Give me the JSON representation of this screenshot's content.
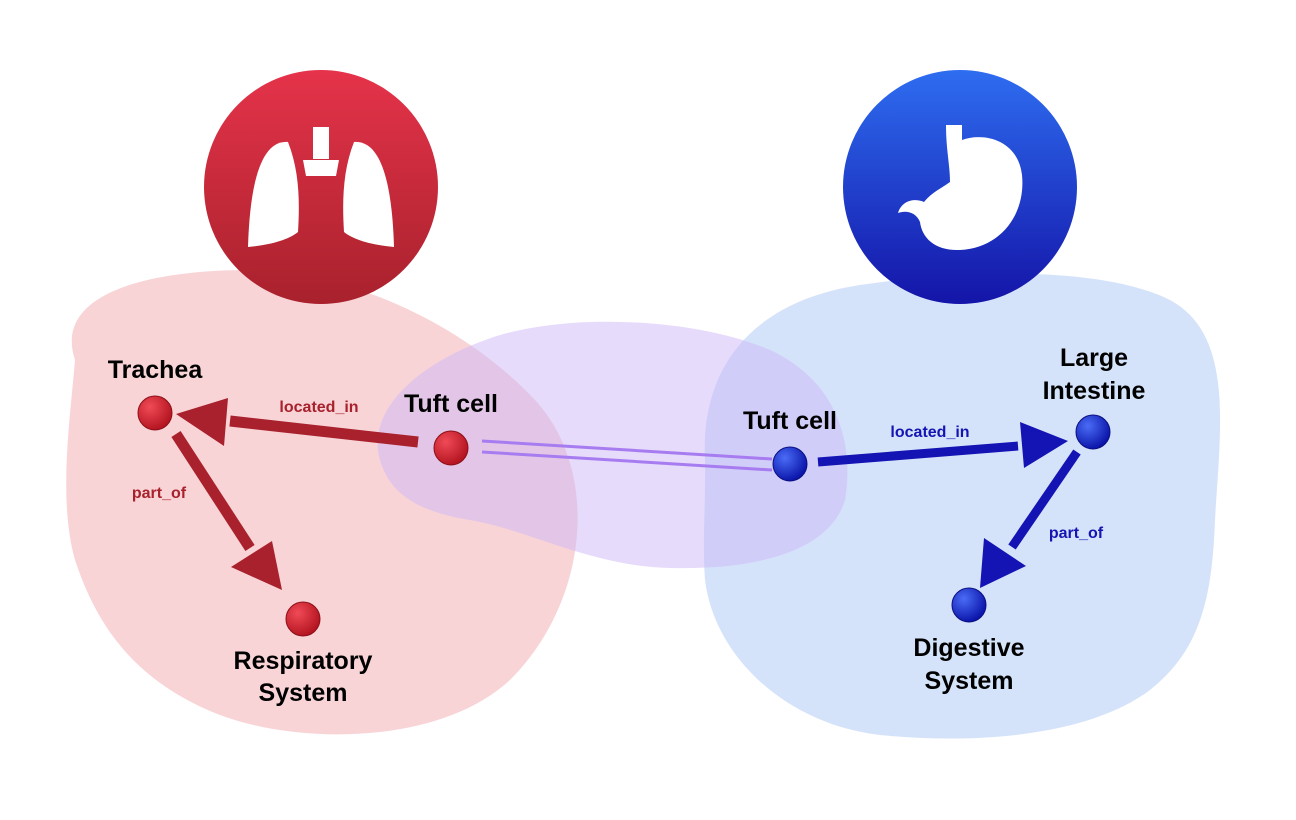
{
  "colors": {
    "respiratory": "#a8212c",
    "digestive": "#1414b4",
    "link": "#a77cf0"
  },
  "icons": {
    "respiratory": "lungs-icon",
    "digestive": "stomach-icon"
  },
  "respiratory": {
    "tuft_cell": "Tuft cell",
    "trachea": "Trachea",
    "system_line1": "Respiratory",
    "system_line2": "System",
    "edge_located_in": "located_in",
    "edge_part_of": "part_of"
  },
  "digestive": {
    "tuft_cell": "Tuft cell",
    "organ_line1": "Large",
    "organ_line2": "Intestine",
    "system_line1": "Digestive",
    "system_line2": "System",
    "edge_located_in": "located_in",
    "edge_part_of": "part_of"
  }
}
